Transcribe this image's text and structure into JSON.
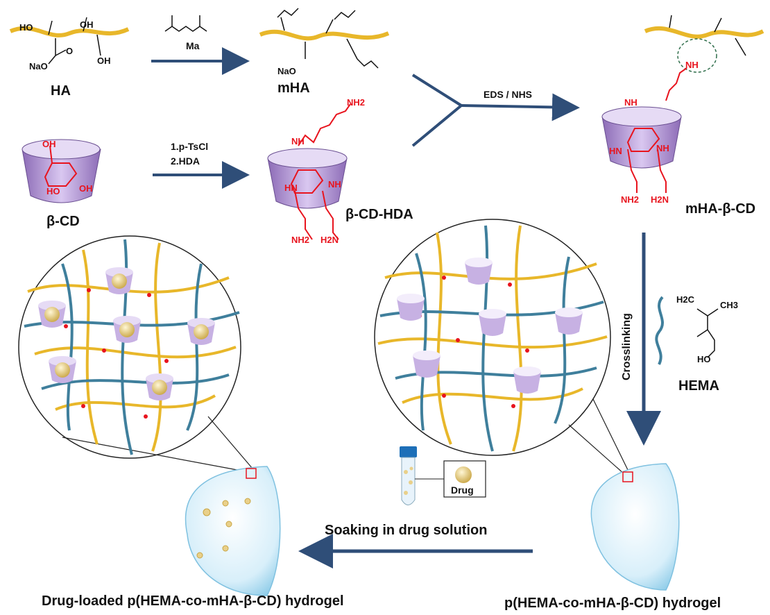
{
  "labels": {
    "ha": "HA",
    "mha": "mHA",
    "beta_cd": "β-CD",
    "beta_cd_hda": "β-CD-HDA",
    "mha_beta_cd": "mHA-β-CD",
    "hema": "HEMA",
    "reagent_ma": "Ma",
    "reagent_tscl": "1.p-TsCl",
    "reagent_hda": "2.HDA",
    "reagent_eds": "EDS / NHS",
    "crosslinking": "Crosslinking",
    "soaking": "Soaking in drug solution",
    "drug": "Drug",
    "hydrogel": "p(HEMA-co-mHA-β-CD) hydrogel",
    "drug_loaded_hydrogel": "Drug-loaded p(HEMA-co-mHA-β-CD) hydrogel"
  },
  "chem_text": {
    "ho": "HO",
    "oh": "OH",
    "nao": "NaO",
    "o": "O",
    "nh": "NH",
    "nh2": "NH2",
    "h2n": "H2N",
    "h2c": "H2C",
    "ch3": "CH3",
    "hn": "HN"
  },
  "colors": {
    "arrow": "#2f4e78",
    "ha_chain": "#e8b72a",
    "hema_chain": "#3f7f9c",
    "cd_body": "#b89ad8",
    "crosslink": "#e8141e",
    "drug": "#e9d08a",
    "lens": "#bfe4f5"
  }
}
